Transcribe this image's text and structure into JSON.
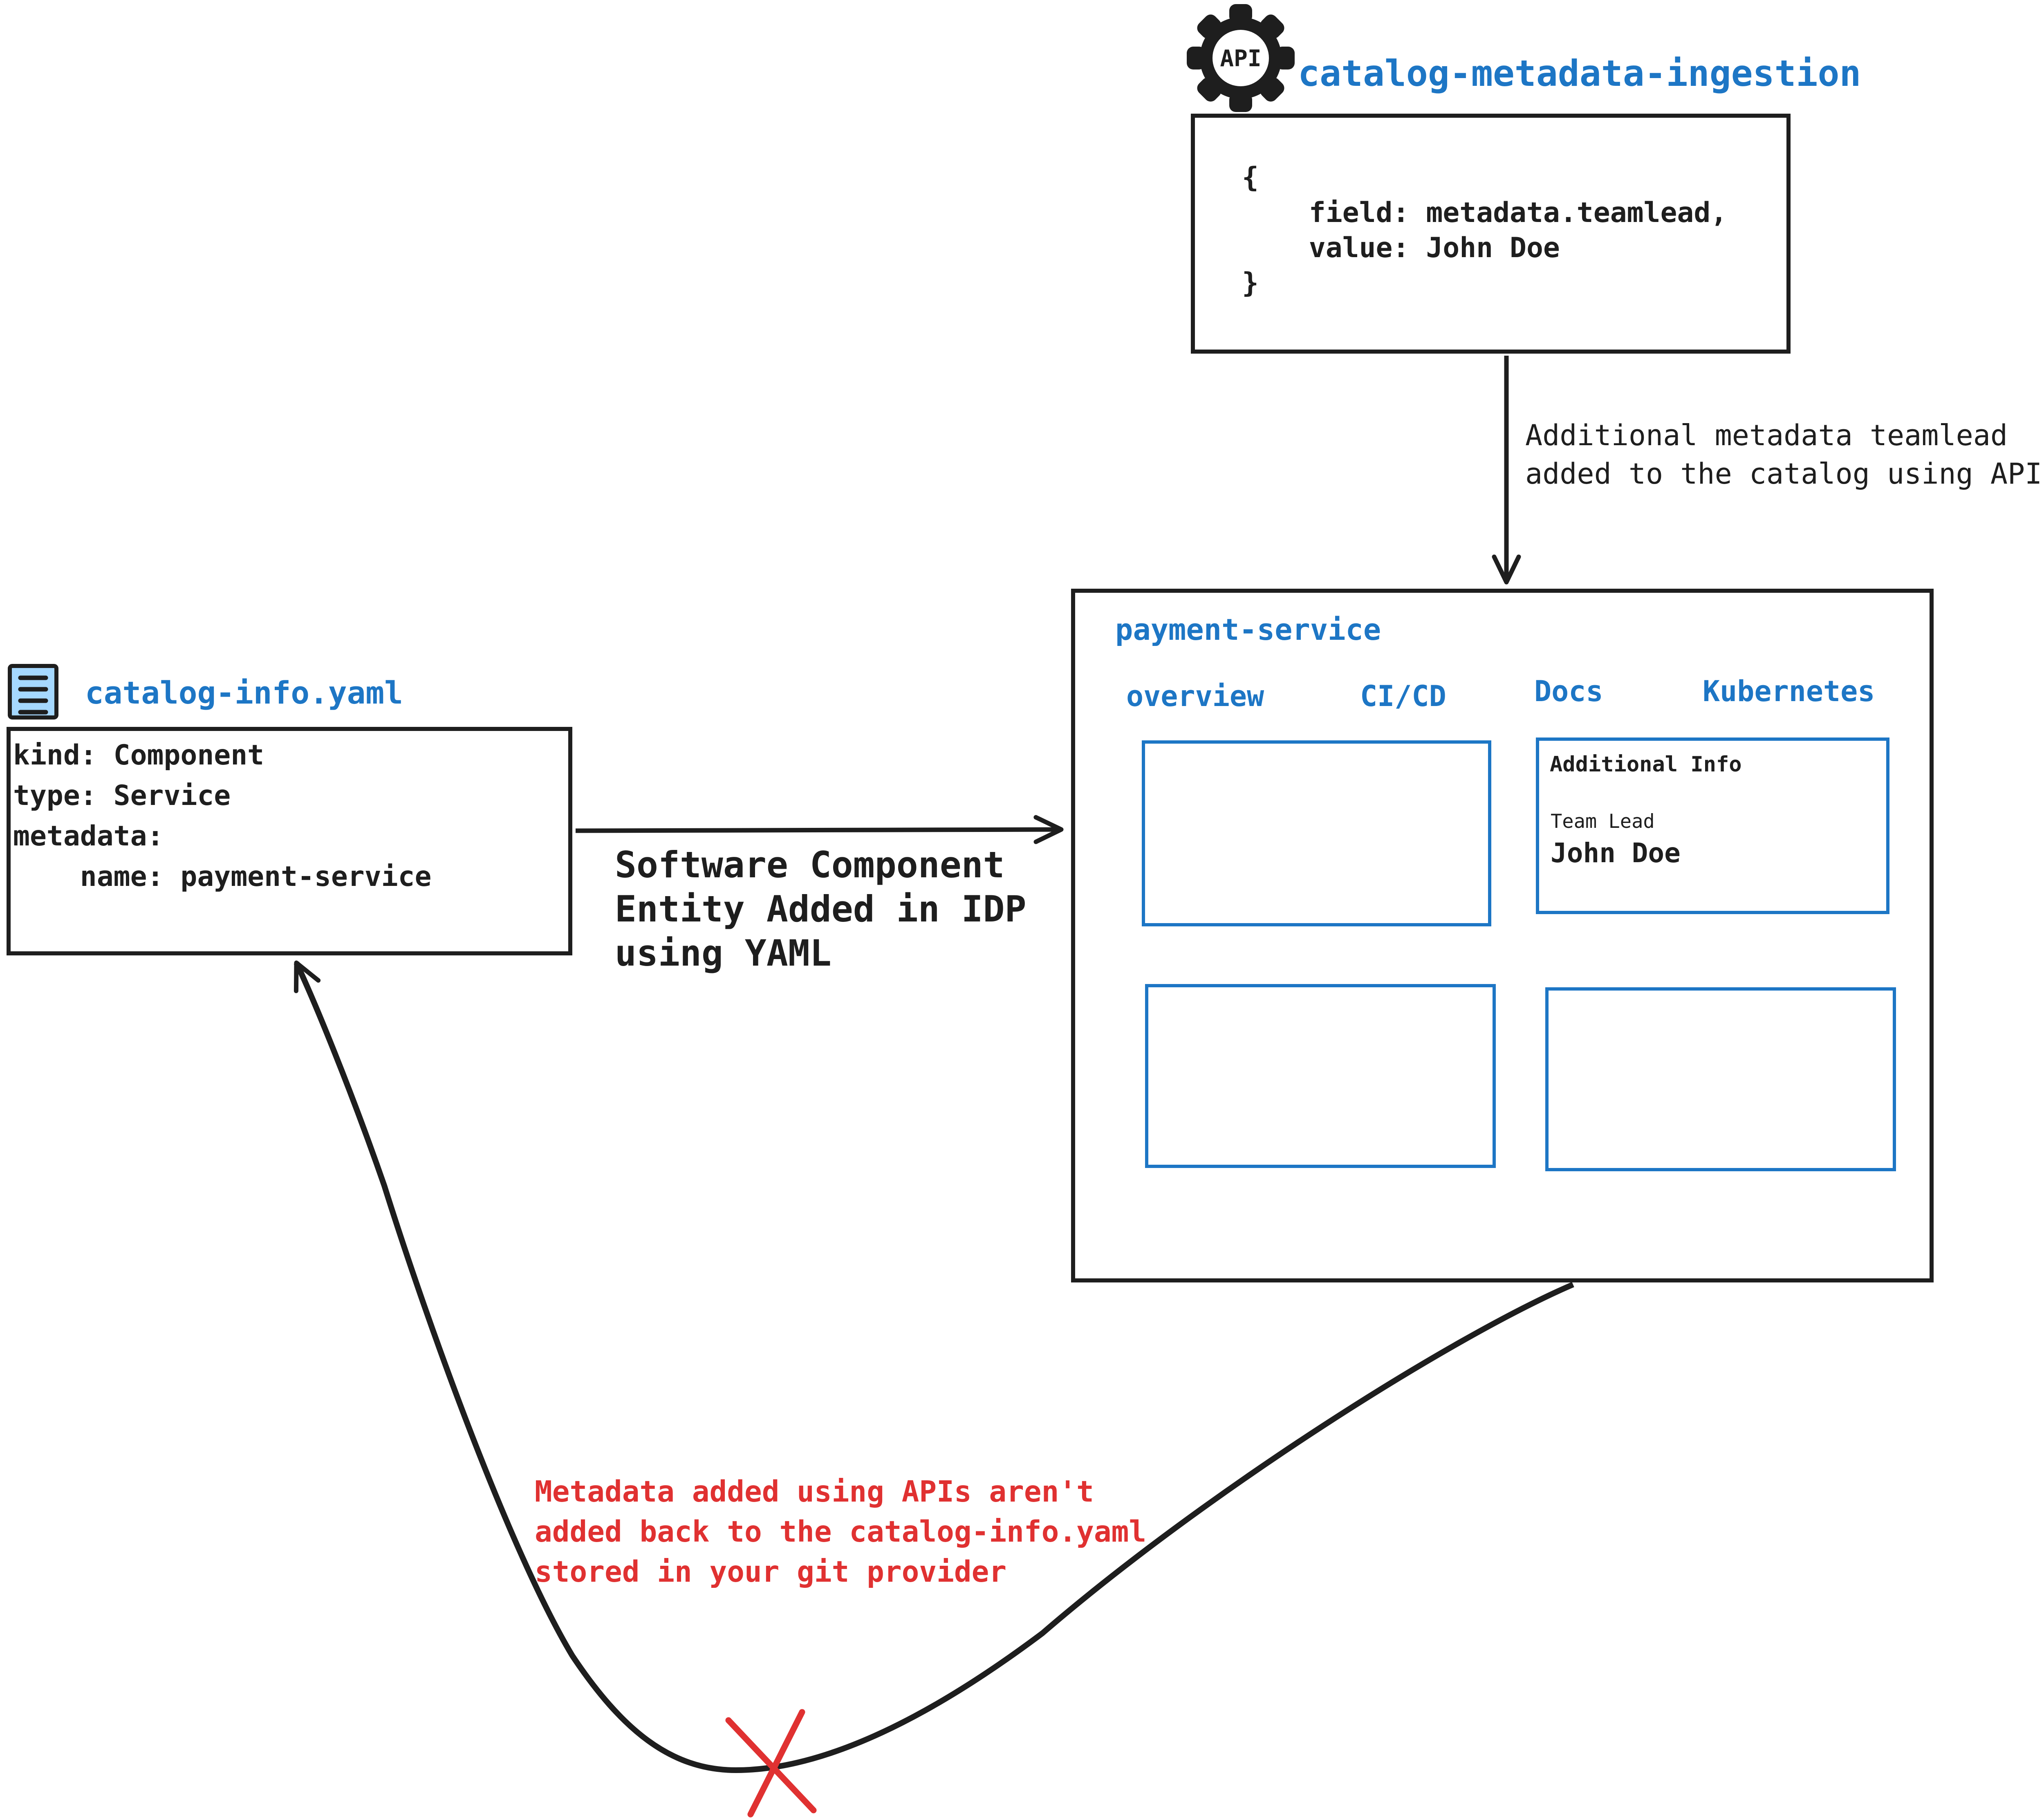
{
  "colors": {
    "accent_blue": "#1d76c5",
    "ink_black": "#1e1e1e",
    "alert_red": "#e03131",
    "file_icon_fill": "#a5d8ff"
  },
  "api_box": {
    "icon_label": "API",
    "title": "catalog-metadata-ingestion",
    "code_lines": {
      "l0": "{",
      "l1": "    field: metadata.teamlead,",
      "l2": "    value: John Doe",
      "l3": "}"
    }
  },
  "api_arrow_label": {
    "line1": "Additional metadata teamlead",
    "line2": "added to the catalog using APIs"
  },
  "idp_box": {
    "title": "payment-service",
    "tabs": [
      "overview",
      "CI/CD",
      "Docs",
      "Kubernetes"
    ],
    "info_panel": {
      "heading": "Additional Info",
      "label": "Team Lead",
      "value": "John Doe"
    }
  },
  "yaml_box": {
    "title": "catalog-info.yaml",
    "lines": {
      "l0": "kind: Component",
      "l1": "type: Service",
      "l2": "metadata:",
      "l3": "    name: payment-service"
    }
  },
  "yaml_arrow_label": {
    "line1": "Software Component",
    "line2": "Entity Added in IDP",
    "line3": "using YAML"
  },
  "blocked_note": {
    "line1": "Metadata added using APIs aren't",
    "line2": "added back to the catalog-info.yaml",
    "line3": "stored in your git provider"
  }
}
